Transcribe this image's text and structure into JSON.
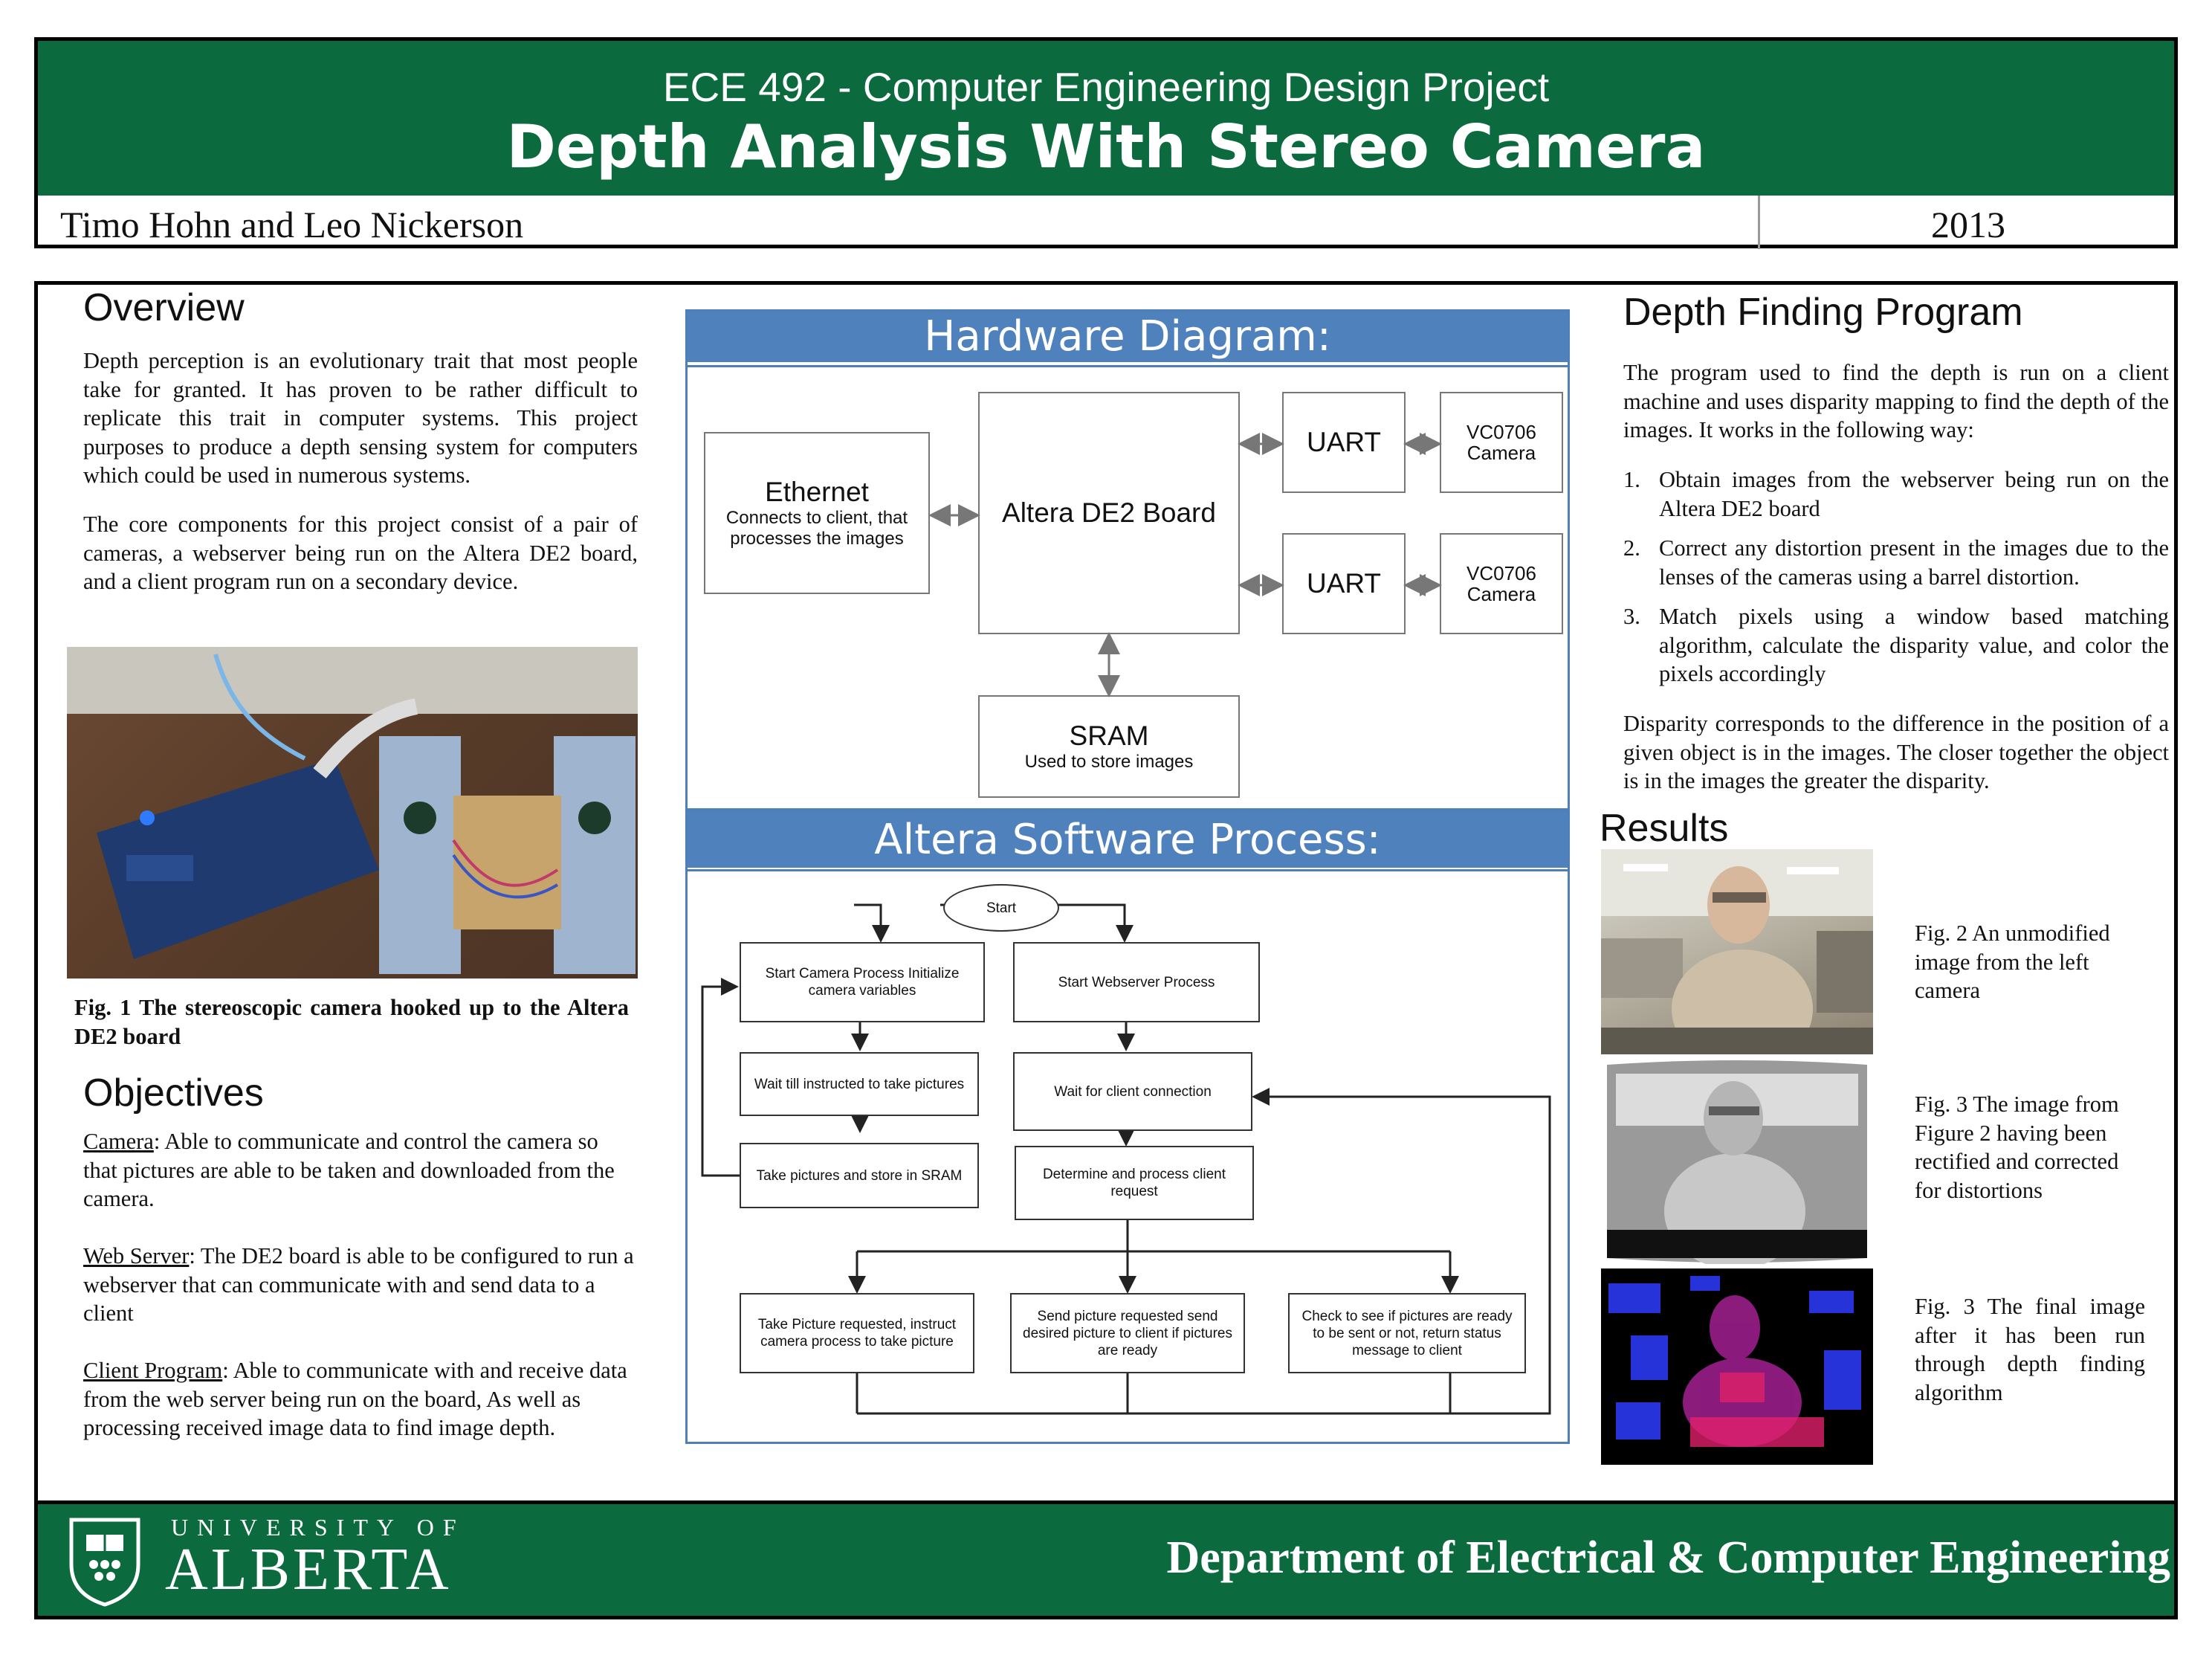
{
  "header": {
    "course": "ECE 492 - Computer Engineering Design Project",
    "title": "Depth Analysis With Stereo Camera",
    "authors": "Timo Hohn and Leo Nickerson",
    "year": "2013"
  },
  "overview": {
    "heading": "Overview",
    "p1": "Depth perception is an evolutionary trait that most people take for granted.  It has proven to be rather difficult to replicate this trait in computer systems. This project purposes to produce a depth sensing system for computers which could be used in numerous systems.",
    "p2": "The core components for this project consist of a pair of cameras, a webserver being run on the Altera DE2 board, and a client program run on a secondary device.",
    "fig1_caption": "Fig. 1 The stereoscopic camera hooked up to the Altera DE2 board"
  },
  "objectives": {
    "heading": "Objectives",
    "items": [
      {
        "label": "Camera",
        "text": ": Able to communicate and control the camera so that pictures are able to be taken and downloaded from the camera."
      },
      {
        "label": "Web Server",
        "text": ": The DE2 board is able to be configured to run a webserver that can communicate with and send data to a client"
      },
      {
        "label": "Client Program",
        "text": ": Able to communicate with and receive data from the web server being run on the board, As well as processing received image data to find image depth."
      }
    ]
  },
  "hardware_diagram": {
    "title": "Hardware Diagram:",
    "ethernet_title": "Ethernet",
    "ethernet_sub": "Connects to client, that processes the images",
    "board": "Altera DE2 Board",
    "uart1": "UART",
    "uart2": "UART",
    "camera1": "VC0706 Camera",
    "camera2": "VC0706 Camera",
    "sram_title": "SRAM",
    "sram_sub": "Used to store images"
  },
  "software_process": {
    "title": "Altera Software Process:",
    "start": "Start",
    "camera_process": "Start Camera Process Initialize camera variables",
    "webserver_process": "Start Webserver Process",
    "wait_instructed": "Wait till instructed to take pictures",
    "wait_client": "Wait for client connection",
    "take_pictures": "Take pictures and store in SRAM",
    "determine_request": "Determine and process client request",
    "take_requested": "Take Picture requested, instruct camera process to take picture",
    "send_requested": "Send picture requested send desired picture to client if pictures are ready",
    "check_ready": "Check to see if pictures are ready to be sent or not, return status message to client"
  },
  "depth_program": {
    "heading": "Depth Finding Program",
    "intro": "The program used to find the depth is run on a client machine and uses disparity mapping to find the depth of the images.  It works in the following way:",
    "steps": [
      {
        "num": "1.",
        "text": "Obtain images from the webserver being run on the Altera DE2 board"
      },
      {
        "num": "2.",
        "text": "Correct any distortion present in the images due to the lenses of the cameras using a barrel distortion."
      },
      {
        "num": "3.",
        "text": "Match pixels using a window based matching algorithm, calculate the disparity value, and color the pixels accordingly"
      }
    ],
    "disparity": "Disparity corresponds to the difference in the position of a given object is in the images.  The closer together the object is in the images the greater the disparity."
  },
  "results": {
    "heading": "Results",
    "fig2": "Fig. 2 An unmodified image from the left camera",
    "fig3a": "Fig. 3 The image from Figure 2 having been rectified and corrected for distortions",
    "fig3b": "Fig. 3 The final image after it has been run through depth finding algorithm"
  },
  "footer": {
    "university_top": "UNIVERSITY OF",
    "university_name": "ALBERTA",
    "department": "Department of Electrical & Computer Engineering"
  },
  "colors": {
    "uofa_green": "#0b6a3e",
    "panel_blue": "#4f81bd"
  }
}
